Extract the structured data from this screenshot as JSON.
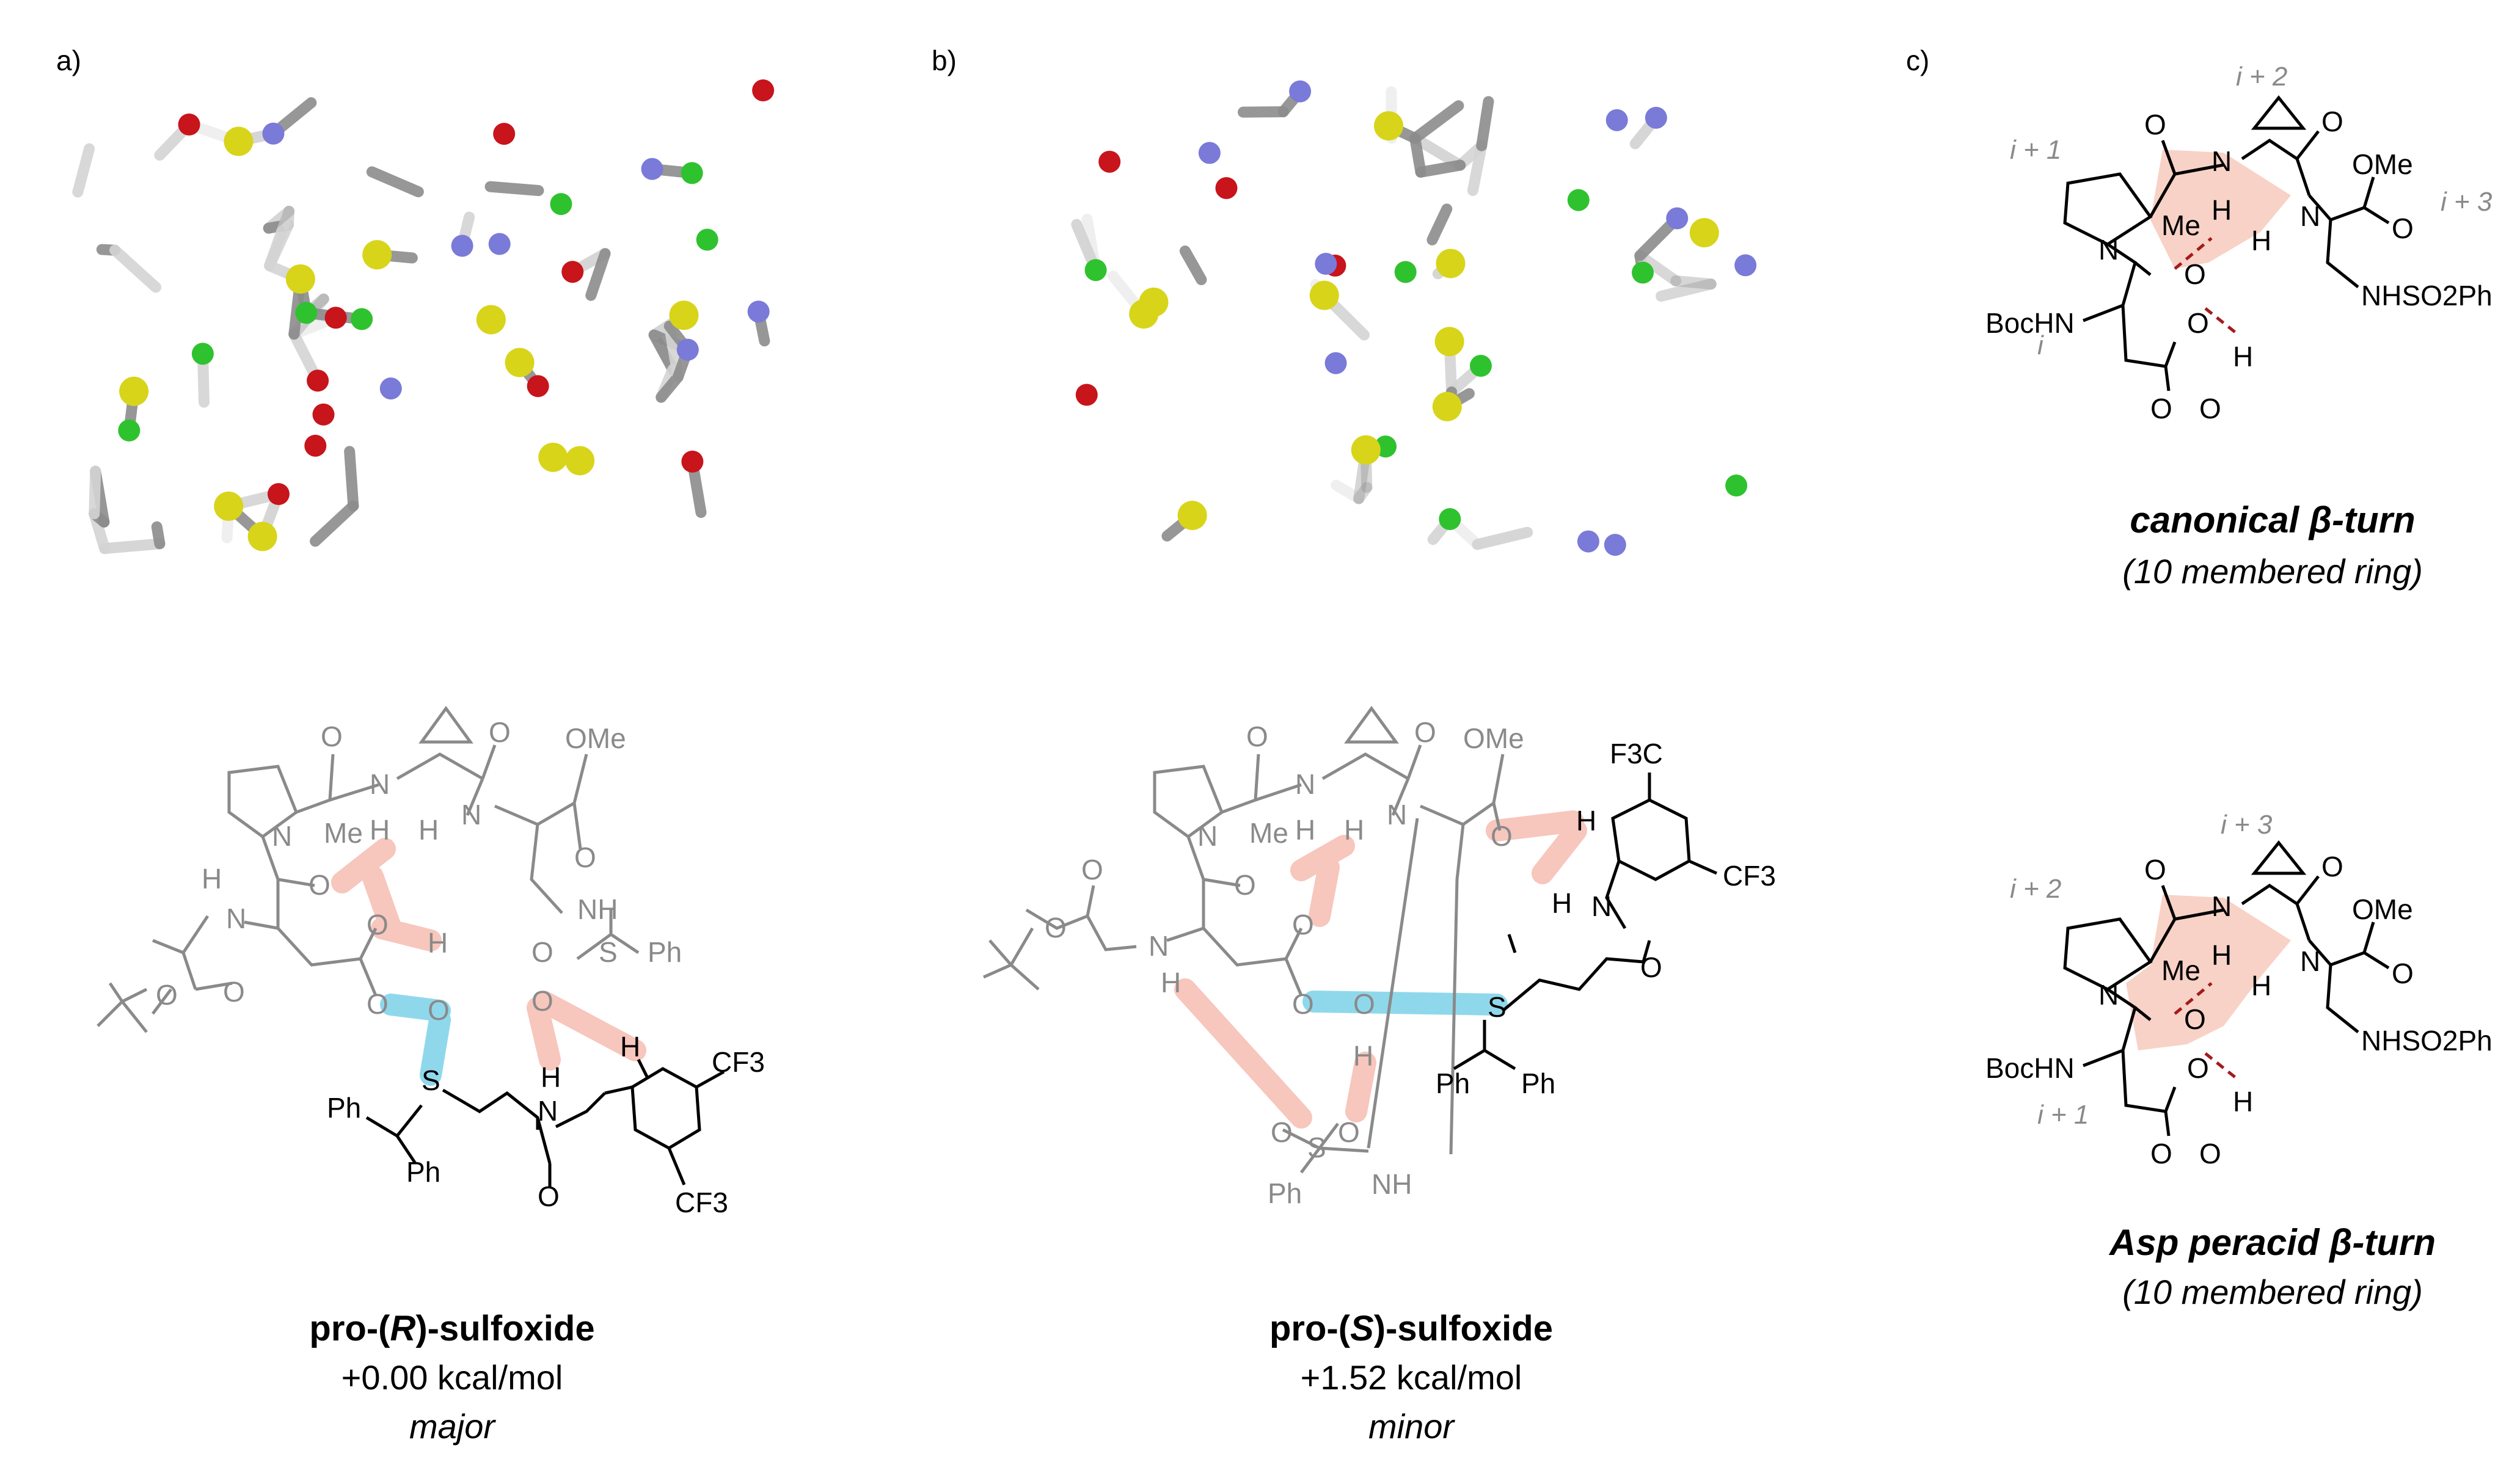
{
  "panels": {
    "a": {
      "letter": "a)",
      "title": "pro-(R)-sulfoxide",
      "title_pre": "pro-(",
      "title_italic": "R",
      "title_post": ")-sulfoxide",
      "energy": "+0.00 kcal/mol",
      "selectivity": "major"
    },
    "b": {
      "letter": "b)",
      "title": "pro-(S)-sulfoxide",
      "title_pre": "pro-(",
      "title_italic": "S",
      "title_post": ")-sulfoxide",
      "energy": "+1.52 kcal/mol",
      "selectivity": "minor"
    },
    "c": {
      "letter": "c)",
      "turn1": {
        "title": "canonical β-turn",
        "subtitle": "(10 membered ring)",
        "residues": [
          "i",
          "i + 1",
          "i + 2",
          "i + 3"
        ]
      },
      "turn2": {
        "title": "Asp peracid β-turn",
        "subtitle": "(10 membered ring)",
        "residues": [
          "i + 1",
          "i + 2",
          "i + 3"
        ]
      }
    }
  },
  "atom_labels": {
    "O": "O",
    "N": "N",
    "H": "H",
    "S": "S",
    "NH": "NH",
    "Me": "Me",
    "OMe": "OMe",
    "Ph": "Ph",
    "CF3": "CF3",
    "F3C": "F3C",
    "BocHN": "BocHN",
    "NHSO2Ph": "NHSO2Ph"
  },
  "colors": {
    "carbon": "#8c8c8c",
    "hydrogen": "#d4d4d4",
    "oxygen": "#c8141b",
    "nitrogen": "#7a7ad8",
    "sulfur": "#d8d41a",
    "fluorine": "#2fc22f",
    "hbond_red": "#f7c6bc",
    "hbond_blue": "#8fd8ec",
    "ring_fill": "#f8d2c6",
    "grey_ink": "#8a8a8a"
  }
}
